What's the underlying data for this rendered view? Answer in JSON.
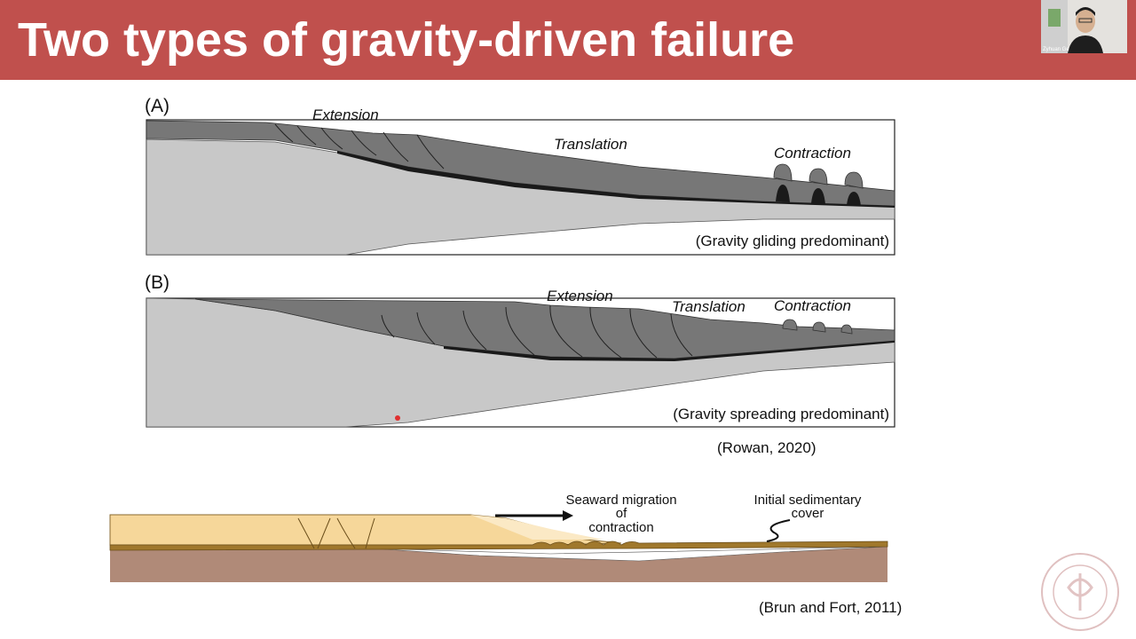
{
  "slide": {
    "title": "Two types of gravity-driven failure"
  },
  "webcam": {
    "participant_name": "Zyhuan Ge"
  },
  "figure_a": {
    "panel_label": "(A)",
    "labels": {
      "extension": "Extension",
      "translation": "Translation",
      "contraction": "Contraction"
    },
    "caption": "(Gravity gliding predominant)"
  },
  "figure_b": {
    "panel_label": "(B)",
    "labels": {
      "extension": "Extension",
      "translation": "Translation",
      "contraction": "Contraction"
    },
    "caption": "(Gravity spreading predominant)"
  },
  "citation_rowan": "(Rowan, 2020)",
  "figure_c": {
    "label_seaward_1": "Seaward migration",
    "label_seaward_2": "of",
    "label_seaward_3": "contraction",
    "label_initial_1": "Initial sedimentary",
    "label_initial_2": "cover"
  },
  "citation_brun": "(Brun and Fort, 2011)",
  "colors": {
    "title_bar": "#c0504d",
    "basement": "#c8c8c8",
    "overburden": "#777777",
    "salt": "#1a1a1a",
    "sediment": "#f6d79a",
    "cover": "#a0782c",
    "substrate": "#b08a78"
  }
}
